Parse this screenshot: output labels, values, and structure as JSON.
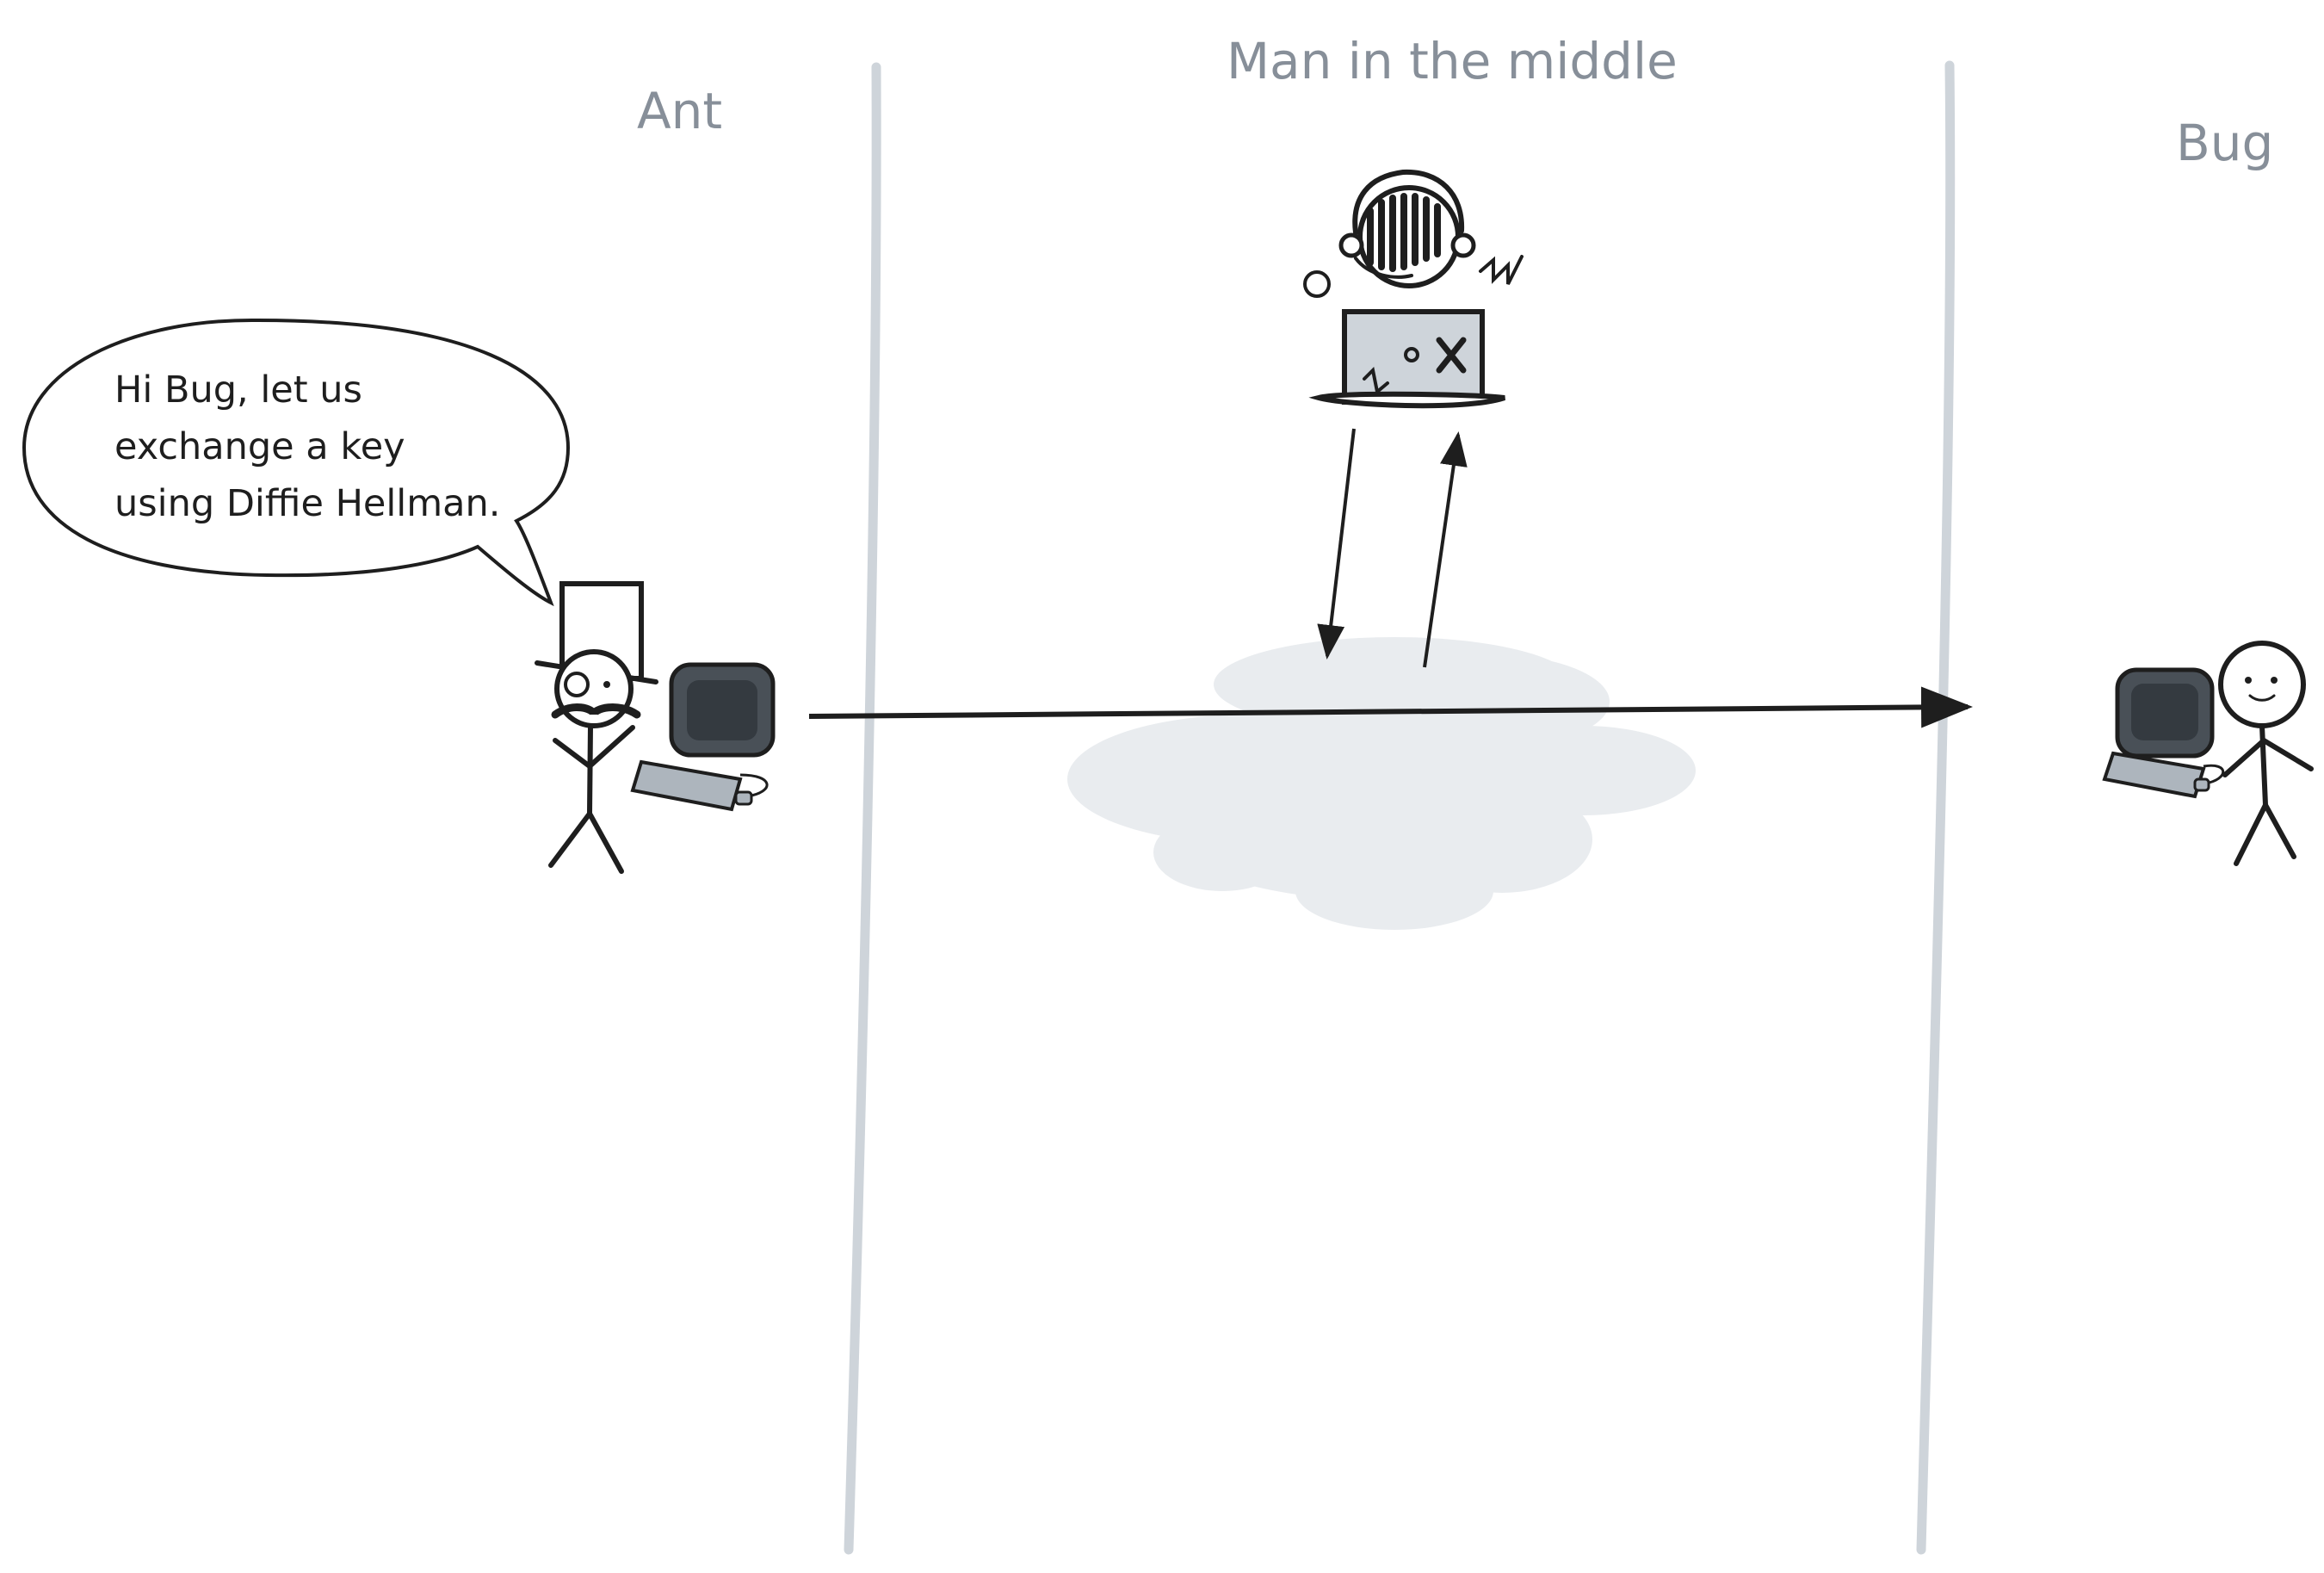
{
  "zones": {
    "ant": "Ant",
    "man_in_the_middle": "Man in the middle",
    "bug": "Bug"
  },
  "speech_bubble": {
    "text": "Hi Bug, let us\nexchange a key\nusing Diffie Hellman."
  },
  "colors": {
    "stroke": "#1e1e1e",
    "divider": "#ced4da",
    "label": "#878f99",
    "cloud": "#e9ecef",
    "device": "#495057"
  },
  "icons": {
    "ant": "top-hat-monocle-stick-figure-icon",
    "bug": "smiling-stick-figure-icon",
    "attacker": "hooded-hacker-laptop-icon",
    "computers": "desktop-computer-icon",
    "network": "cloud-icon"
  }
}
